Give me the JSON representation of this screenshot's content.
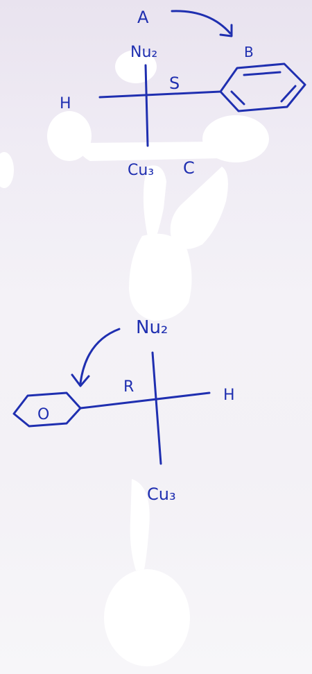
{
  "diagram": {
    "ink_color": "#1f2fb0",
    "paper_color": "#f3f1f6",
    "whiteout_color": "#ffffff",
    "top_molecule": {
      "arrow_start_label": "A",
      "arrow_end_label": "B",
      "top_group": "Nu₂",
      "left_group": "H",
      "right_group_icon": "benzene-ring-icon",
      "bottom_group": "Cu₃",
      "configuration": "S",
      "extra_label": "C"
    },
    "bottom_molecule": {
      "top_group": "Nu₂",
      "left_group_icon": "benzene-ring-icon",
      "ring_label": "O",
      "right_group": "H",
      "bottom_group": "Cu₃",
      "configuration": "R"
    }
  }
}
